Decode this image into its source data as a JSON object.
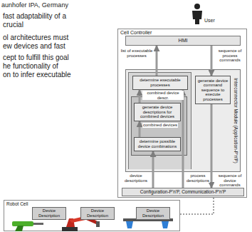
{
  "diagram": {
    "nodes": [
      {
        "text": [
          "Cell Controller"
        ]
      },
      {
        "text": [
          "HMI"
        ],
        "in": 0
      },
      {
        "text": [
          "Interconnector Module (Application-P'n'P)"
        ],
        "in": 0
      },
      {
        "text": [
          "determine executable processes"
        ],
        "in": 2
      },
      {
        "text": [
          "generate device descriptions for combined devices"
        ],
        "in": 2
      },
      {
        "text": [
          "determine possible device combinations"
        ],
        "in": 2
      },
      {
        "text": [
          "generate device command sequence to execute processes"
        ],
        "in": 2
      },
      {
        "text": [
          "Configuration-P'n'P, Communication-P'n'P"
        ],
        "in": 0
      },
      {
        "text": [
          "Robot Cell"
        ]
      },
      {
        "text": [
          "Device Description"
        ],
        "in": 8
      },
      {
        "text": [
          "Device Description"
        ],
        "in": 8
      },
      {
        "text": [
          "Device Description"
        ],
        "in": 8
      }
    ],
    "edges": [
      {
        "from": 3,
        "to": 1,
        "arrow": "to",
        "label": "list of executable processes"
      },
      {
        "from": 1,
        "to": 6,
        "arrow": "to",
        "label": "sequence of process commands"
      },
      {
        "from": 5,
        "to": 4,
        "arrow": "to",
        "label": "combined devices"
      },
      {
        "from": 4,
        "to": 3,
        "arrow": "to",
        "label": "combined device descr."
      },
      {
        "from": 7,
        "to": 5,
        "arrow": "to",
        "label": "device descriptions"
      },
      {
        "from": 7,
        "to": 3,
        "arrow": "to",
        "label": "process descriptions"
      },
      {
        "from": 6,
        "to": 7,
        "arrow": "to",
        "label": "sequence of device commands"
      },
      {
        "from": 8,
        "to": 7,
        "arrow": "none"
      }
    ],
    "labels": [
      "aunhofer IPA, Germany",
      "fast adaptability of a",
      "crucial",
      "ol architectures  must",
      "ew devices and fast",
      "cept to fulfill this goal",
      "he functionality of",
      "on to infer executable",
      "User"
    ]
  }
}
